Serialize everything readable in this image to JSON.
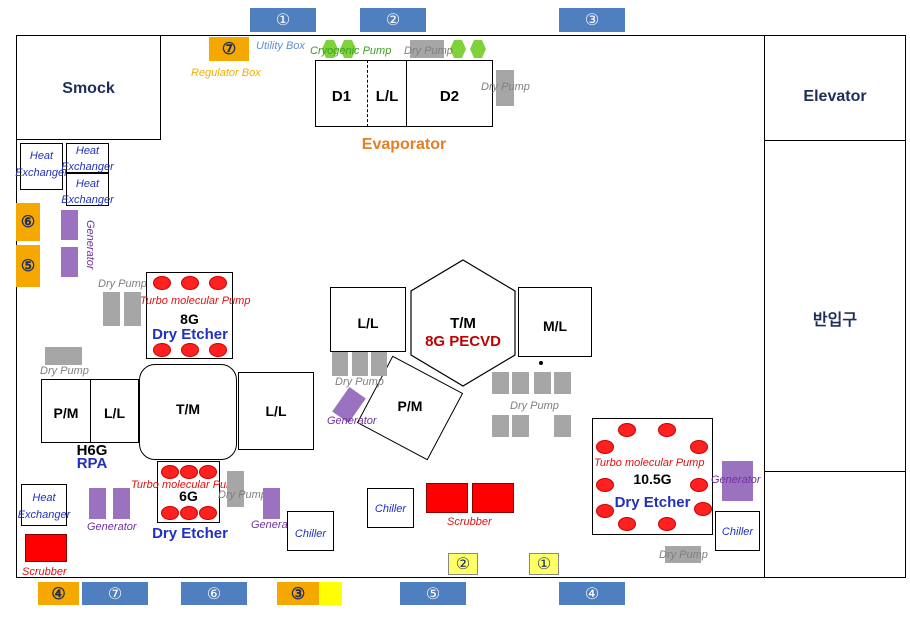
{
  "top_ports": [
    "①",
    "②",
    "③"
  ],
  "bottom_ports": [
    "④",
    "⑦",
    "⑥",
    "③",
    "⑤",
    "④"
  ],
  "side_ports": [
    "⑥",
    "⑤"
  ],
  "inner_ports": {
    "regulator": "⑦",
    "p2": "②",
    "p1": "①"
  },
  "rooms": {
    "smock": "Smock",
    "elevator": "Elevator",
    "loading": "반입구"
  },
  "evaporator": {
    "d1": "D1",
    "ll": "L/L",
    "d2": "D2",
    "title": "Evaporator"
  },
  "labels": {
    "utility_box": "Utility Box",
    "regulator_box": "Regulator Box",
    "cryogenic_pump": "Cryogenic Pump",
    "dry_pump": "Dry Pump",
    "heat_exchanger_line1": "Heat",
    "heat_exchanger_line2": "Exchanger",
    "generator": "Generator",
    "turbo_pump": "Turbo molecular Pump",
    "scrubber": "Scrubber",
    "chiller": "Chiller"
  },
  "etcher_8g": {
    "size": "8G",
    "name": "Dry Etcher"
  },
  "etcher_6g": {
    "size": "6G",
    "name": "Dry Etcher"
  },
  "etcher_105g": {
    "size": "10.5G",
    "name": "Dry Etcher"
  },
  "h6g": {
    "pm": "P/M",
    "ll": "L/L",
    "tm": "T/M",
    "ll2": "L/L",
    "model": "H6G",
    "name": "RPA"
  },
  "pecvd": {
    "ll": "L/L",
    "tm": "T/M",
    "name": "8G PECVD",
    "ml": "M/L",
    "pm": "P/M"
  },
  "colors": {
    "port_blue": "#4f7fbf",
    "port_orange": "#f5a800",
    "port_yellow": "#ffff66",
    "pump_gray": "#a6a6a6",
    "generator_purple": "#9b72c0",
    "scrubber_red": "#ff0000",
    "cryo_green": "#7fd23a"
  }
}
